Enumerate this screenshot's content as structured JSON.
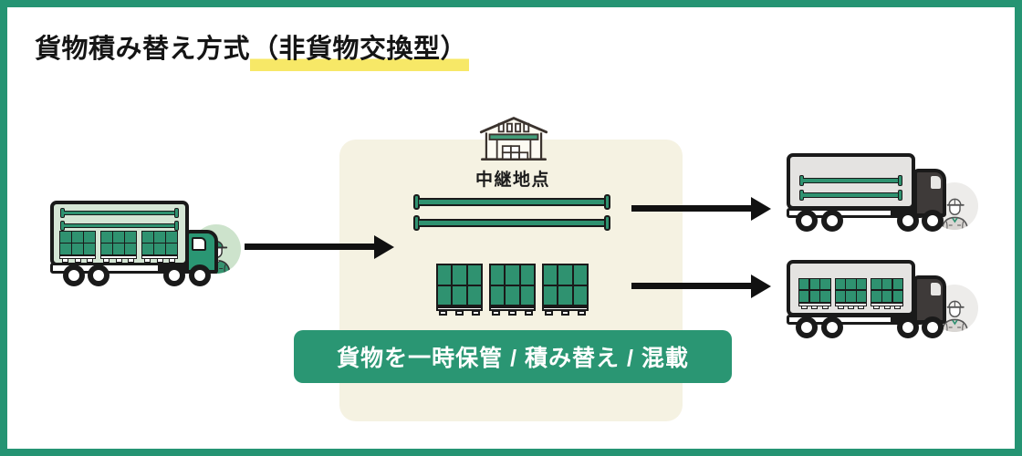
{
  "title": {
    "main": "貨物積み替え方式",
    "highlight": "（非貨物交換型）"
  },
  "relay": {
    "label": "中継地点",
    "poles": 2,
    "pallets": 3
  },
  "banner": {
    "text": "貨物を一時保管 / 積み替え / 混載"
  },
  "source_truck": {
    "poles": 2,
    "pallets": 3
  },
  "dest_truck_poles": {
    "poles": 2
  },
  "dest_truck_pallets": {
    "pallets": 3
  },
  "icons": {
    "warehouse": "warehouse-icon",
    "driver_green": "worker-green-icon",
    "driver_gray": "worker-gray-icon"
  },
  "css_vars": {
    "frame": "#259473",
    "panel": "#f5f2e2",
    "banner": "#2a9673",
    "green": "#2f9270",
    "body-green": "#d5e6d5",
    "cab-green": "#2a9673",
    "body-gray": "#e4e3e1",
    "cab-dark": "#3e3a39",
    "badge-green": "#cde3cc",
    "badge-gray": "#edecea",
    "yellow": "#f7e867",
    "outline": "#1a1a1a",
    "arrow": "#111111"
  }
}
